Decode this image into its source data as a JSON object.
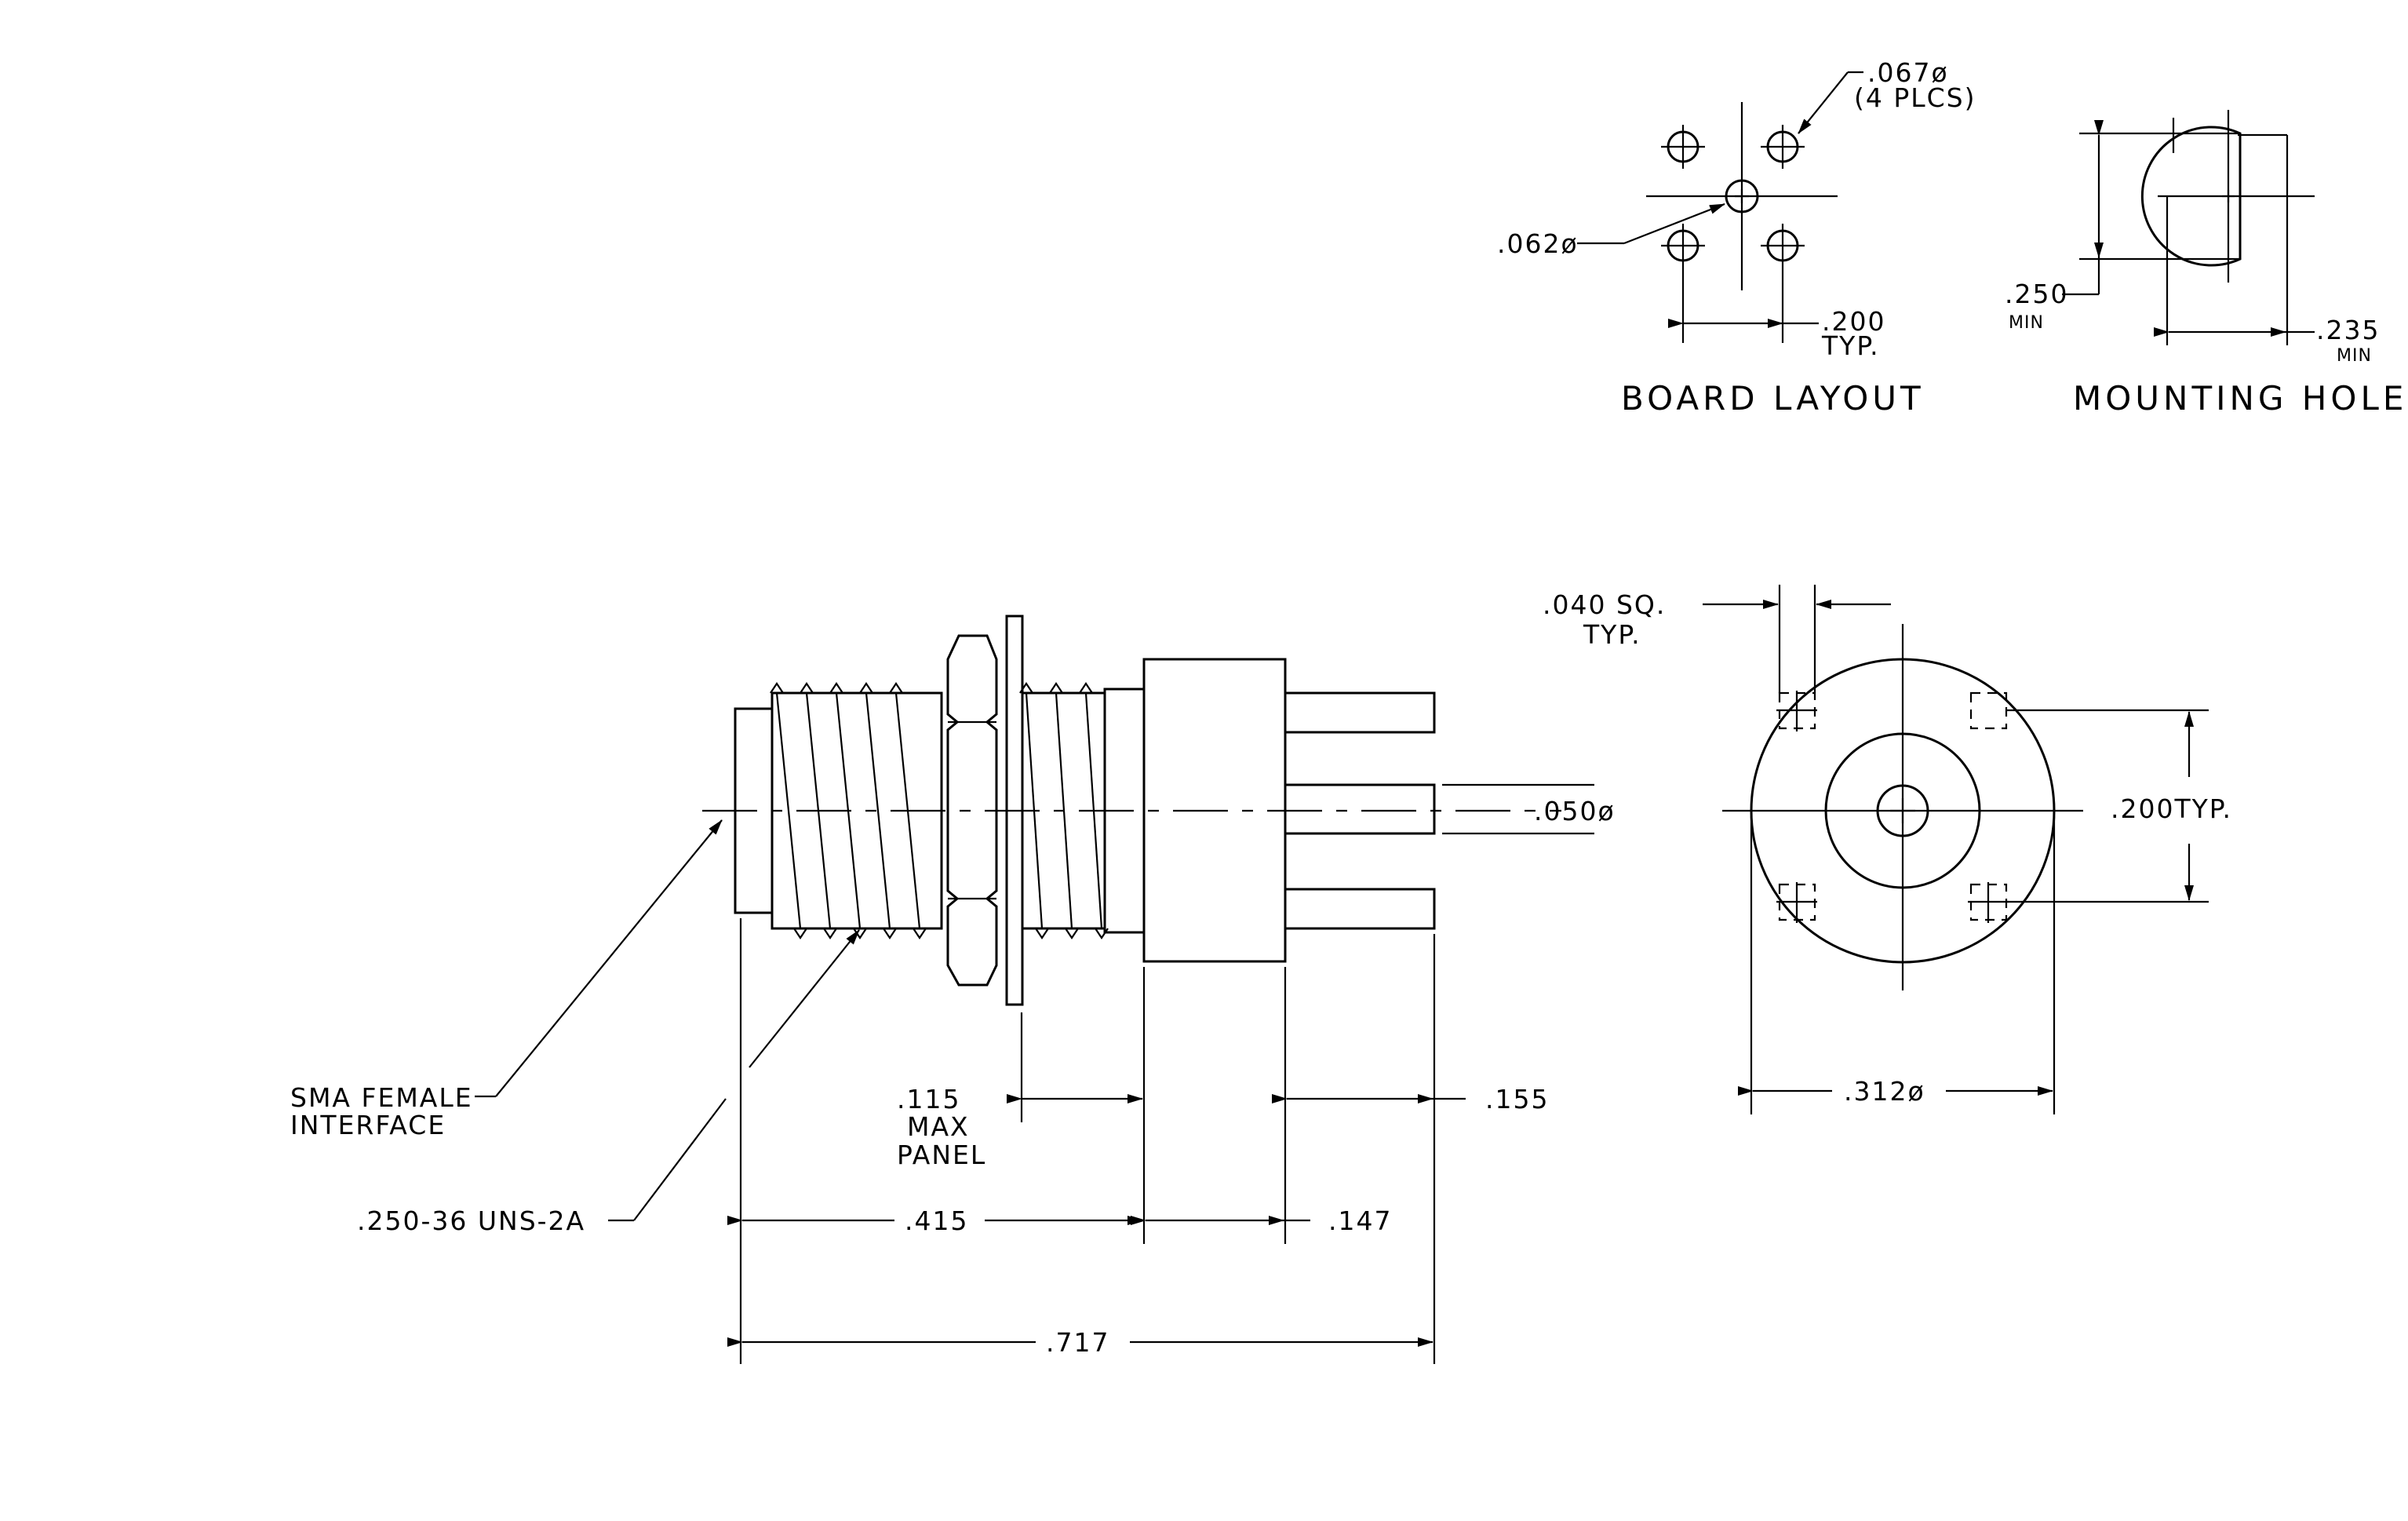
{
  "board_layout": {
    "title": "BOARD LAYOUT",
    "hole_dia": ".067ø",
    "hole_count": "(4 PLCS)",
    "center_dia": ".062ø",
    "spacing": ".200",
    "spacing_note": "TYP."
  },
  "mounting_hole": {
    "title": "MOUNTING HOLE",
    "flat_dim": ".250",
    "flat_note": "MIN",
    "width_dim": ".235",
    "width_note": "MIN"
  },
  "side_view": {
    "interface_label_1": "SMA FEMALE",
    "interface_label_2": "INTERFACE",
    "thread_label": ".250-36 UNS-2A",
    "panel_dim": ".115",
    "panel_note_1": "MAX",
    "panel_note_2": "PANEL",
    "pin_length": ".155",
    "body_length": ".415",
    "housing_length": ".147",
    "overall_length": ".717",
    "pin_dia": ".050ø"
  },
  "end_view": {
    "pin_size": ".040 SQ.",
    "pin_size_note": "TYP.",
    "pin_spacing": ".200TYP.",
    "flange_dia": ".312ø"
  }
}
